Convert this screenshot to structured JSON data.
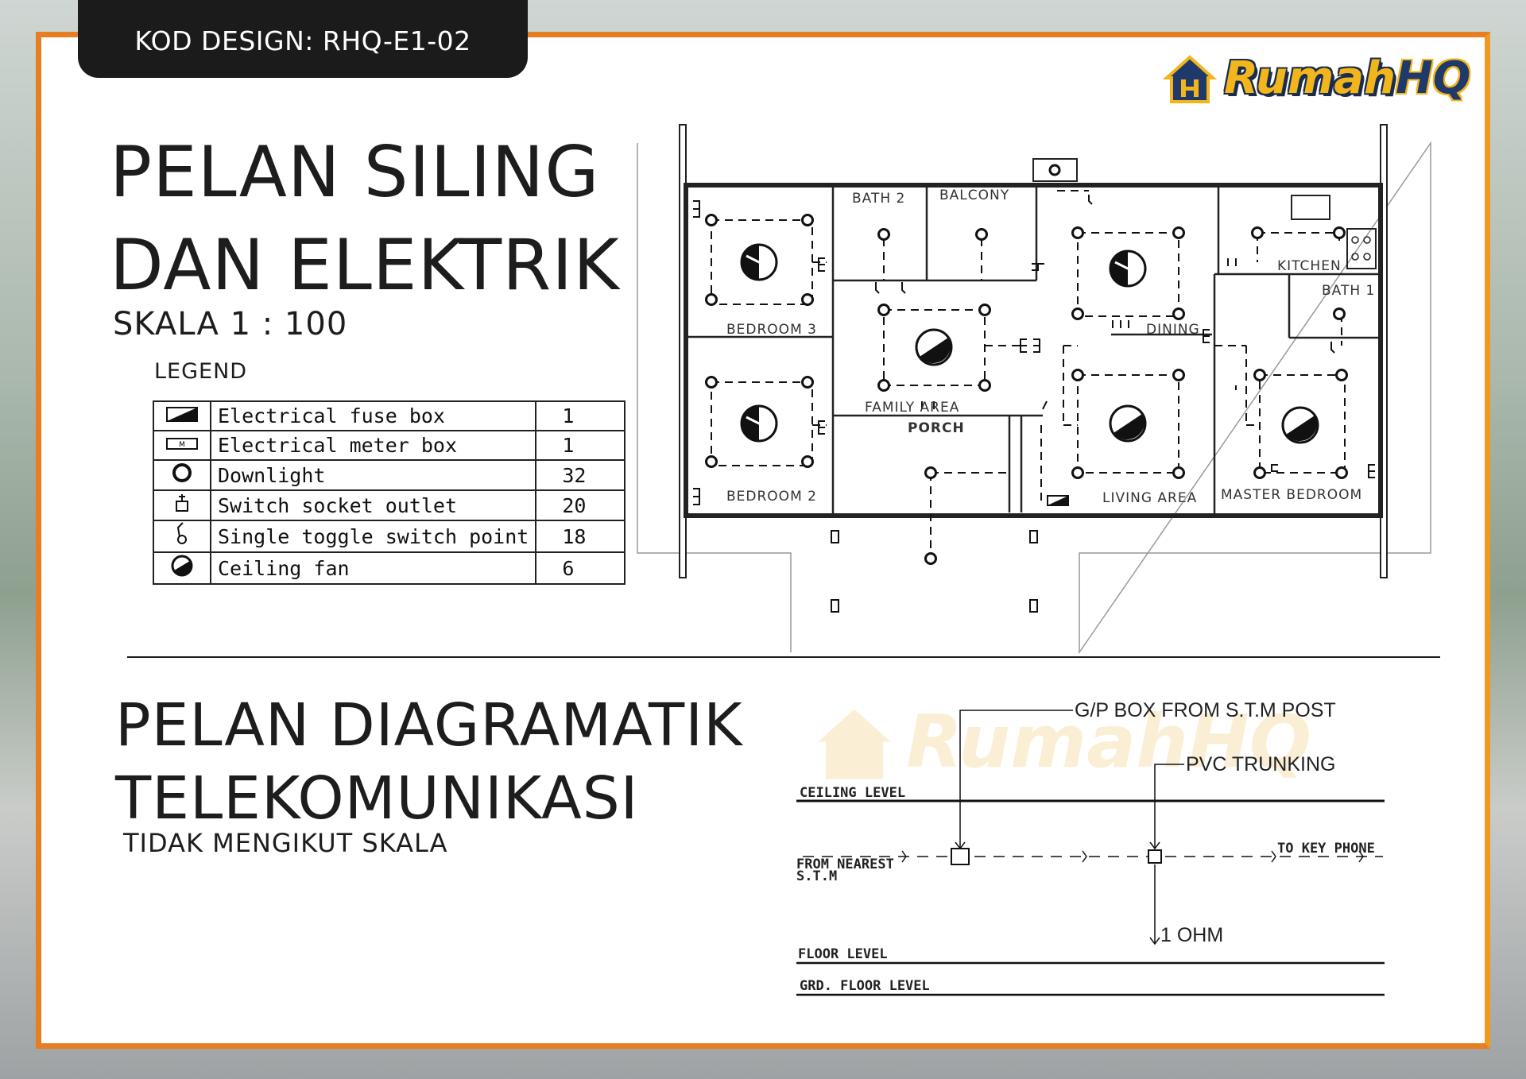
{
  "header": {
    "design_code": "KOD DESIGN: RHQ-E1-02"
  },
  "logo": {
    "part1": "Rumah",
    "part2": "HQ"
  },
  "section1": {
    "title_line1": "PELAN SILING",
    "title_line2": "DAN ELEKTRIK",
    "scale": "SKALA 1 : 100",
    "legend_title": "LEGEND"
  },
  "legend": [
    {
      "icon": "fuse-box-icon",
      "label": "Electrical  fuse  box",
      "qty": "1"
    },
    {
      "icon": "meter-box-icon",
      "label": "Electrical  meter  box",
      "qty": "1"
    },
    {
      "icon": "downlight-icon",
      "label": "Downlight",
      "qty": "32"
    },
    {
      "icon": "socket-outlet-icon",
      "label": "Switch  socket  outlet",
      "qty": "20"
    },
    {
      "icon": "toggle-switch-icon",
      "label": "Single  toggle  switch  point",
      "qty": "18"
    },
    {
      "icon": "ceiling-fan-icon",
      "label": "Ceiling  fan",
      "qty": "6"
    }
  ],
  "rooms": {
    "bath2": "BATH 2",
    "balcony": "BALCONY",
    "kitchen": "KITCHEN",
    "bath1": "BATH 1",
    "bedroom3": "BEDROOM 3",
    "dining": "DINING",
    "family_area": "FAMILY AREA",
    "porch": "PORCH",
    "bedroom2": "BEDROOM 2",
    "living_area": "LIVING AREA",
    "master_bedroom": "MASTER BEDROOM"
  },
  "section2": {
    "title_line1": "PELAN DIAGRAMATIK",
    "title_line2": "TELEKOMUNIKASI",
    "scale": "TIDAK MENGIKUT SKALA"
  },
  "tele": {
    "gp_box": "G/P BOX FROM  S.T.M  POST",
    "pvc": "PVC TRUNKING",
    "ceiling_level": "CEILING  LEVEL",
    "from_nearest": "FROM  NEAREST",
    "stm": "S.T.M",
    "to_key_phone": "TO  KEY  PHONE",
    "ohm": "1 OHM",
    "floor_level": "FLOOR  LEVEL",
    "grd_floor_level": "GRD.  FLOOR  LEVEL"
  },
  "colors": {
    "frame": "#e77e22",
    "tab": "#1b1b1b",
    "logo_gold": "#f2b51c",
    "logo_navy": "#1f3a6a"
  }
}
